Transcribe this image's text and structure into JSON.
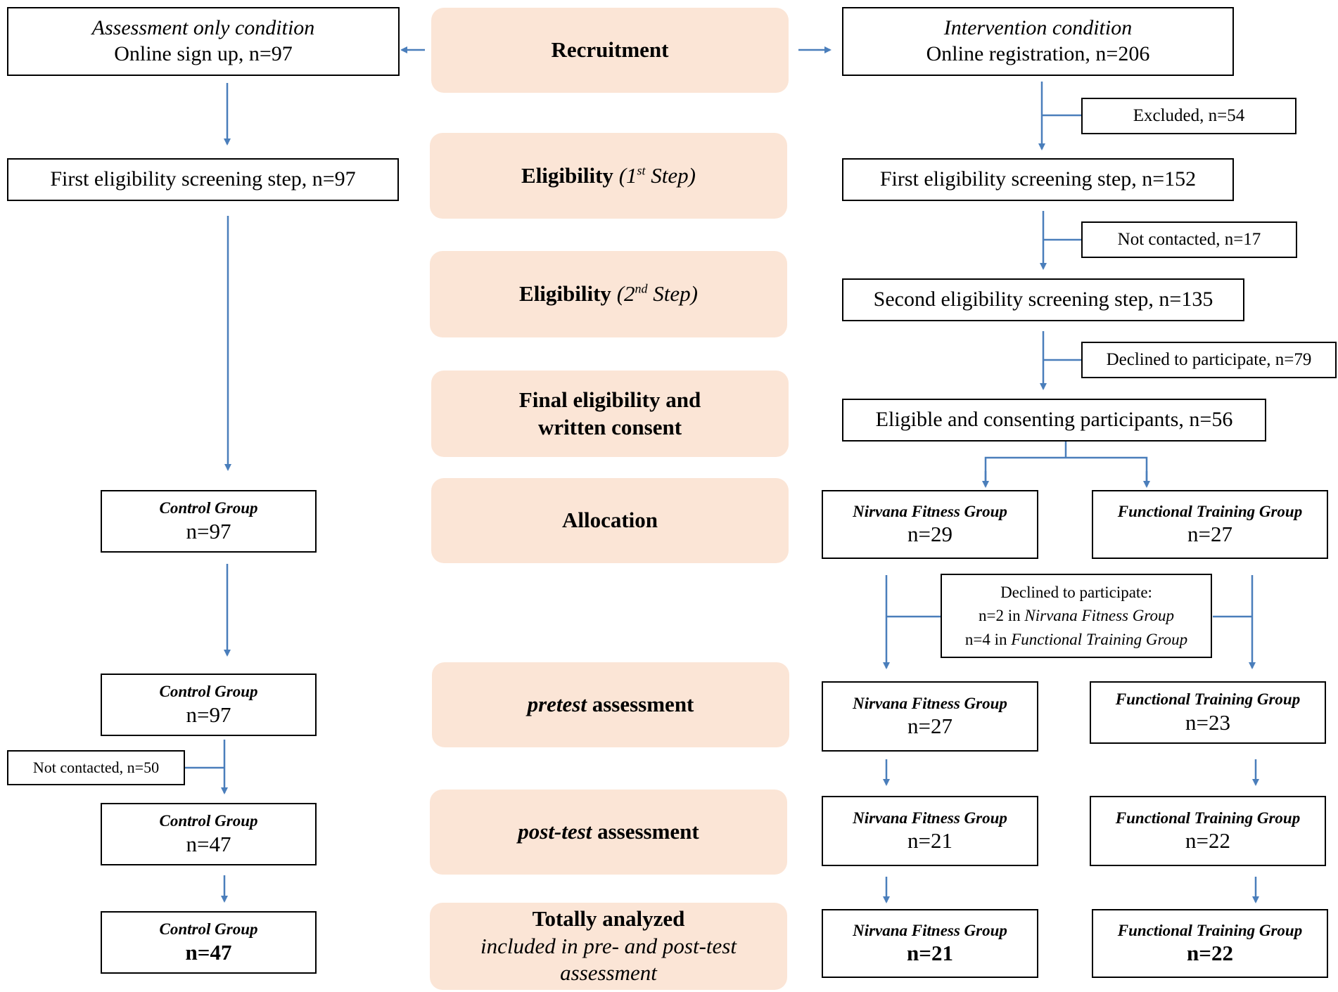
{
  "recruitment": {
    "assessment_only": {
      "condition": "Assessment only condition",
      "detail": "Online sign up, n=97"
    },
    "stage": "Recruitment",
    "intervention": {
      "condition": "Intervention condition",
      "detail": "Online registration, n=206"
    }
  },
  "excluded": "Excluded, n=54",
  "eligibility1": {
    "left": "First eligibility screening step, n=97",
    "stage_bold": "Eligibility",
    "stage_italic_pre": "(1",
    "stage_sup": "st",
    "stage_italic_post": " Step)",
    "right": "First eligibility screening step, n=152"
  },
  "not_contacted_right": "Not contacted, n=17",
  "eligibility2": {
    "stage_bold": "Eligibility",
    "stage_italic_pre": "(2",
    "stage_sup": "nd",
    "stage_italic_post": " Step)",
    "right": "Second eligibility screening step, n=135"
  },
  "declined_right": "Declined to participate, n=79",
  "final_eligibility": {
    "stage_line1": "Final eligibility and",
    "stage_line2": "written consent",
    "right": "Eligible and consenting participants, n=56"
  },
  "allocation": {
    "stage": "Allocation",
    "control": {
      "group": "Control Group",
      "n": "n=97"
    },
    "nirvana": {
      "group": "Nirvana Fitness Group",
      "n": "n=29"
    },
    "functional": {
      "group": "Functional Training Group",
      "n": "n=27"
    }
  },
  "declined_groups": {
    "title": "Declined to participate:",
    "line1_pre": "n=2 in ",
    "line1_group": "Nirvana Fitness Group",
    "line2_pre": "n=4 in ",
    "line2_group": "Functional Training Group"
  },
  "pretest": {
    "stage_italic": "pretest",
    "stage_rest": " assessment",
    "control": {
      "group": "Control Group",
      "n": "n=97"
    },
    "nirvana": {
      "group": "Nirvana Fitness Group",
      "n": "n=27"
    },
    "functional": {
      "group": "Functional Training Group",
      "n": "n=23"
    }
  },
  "not_contacted_left": "Not contacted, n=50",
  "posttest": {
    "stage_italic": "post-test",
    "stage_rest": " assessment",
    "control": {
      "group": "Control Group",
      "n": "n=47"
    },
    "nirvana": {
      "group": "Nirvana Fitness Group",
      "n": "n=21"
    },
    "functional": {
      "group": "Functional Training Group",
      "n": "n=22"
    }
  },
  "analyzed": {
    "stage_line1": "Totally analyzed",
    "stage_line2": "included in pre- and post-test",
    "stage_line3": "assessment",
    "control": {
      "group": "Control Group",
      "n": "n=47"
    },
    "nirvana": {
      "group": "Nirvana Fitness Group",
      "n": "n=21"
    },
    "functional": {
      "group": "Functional Training Group",
      "n": "n=22"
    }
  },
  "colors": {
    "arrow": "#4a7ebb",
    "stage_fill": "#fbe5d6",
    "box_border": "#000000"
  }
}
